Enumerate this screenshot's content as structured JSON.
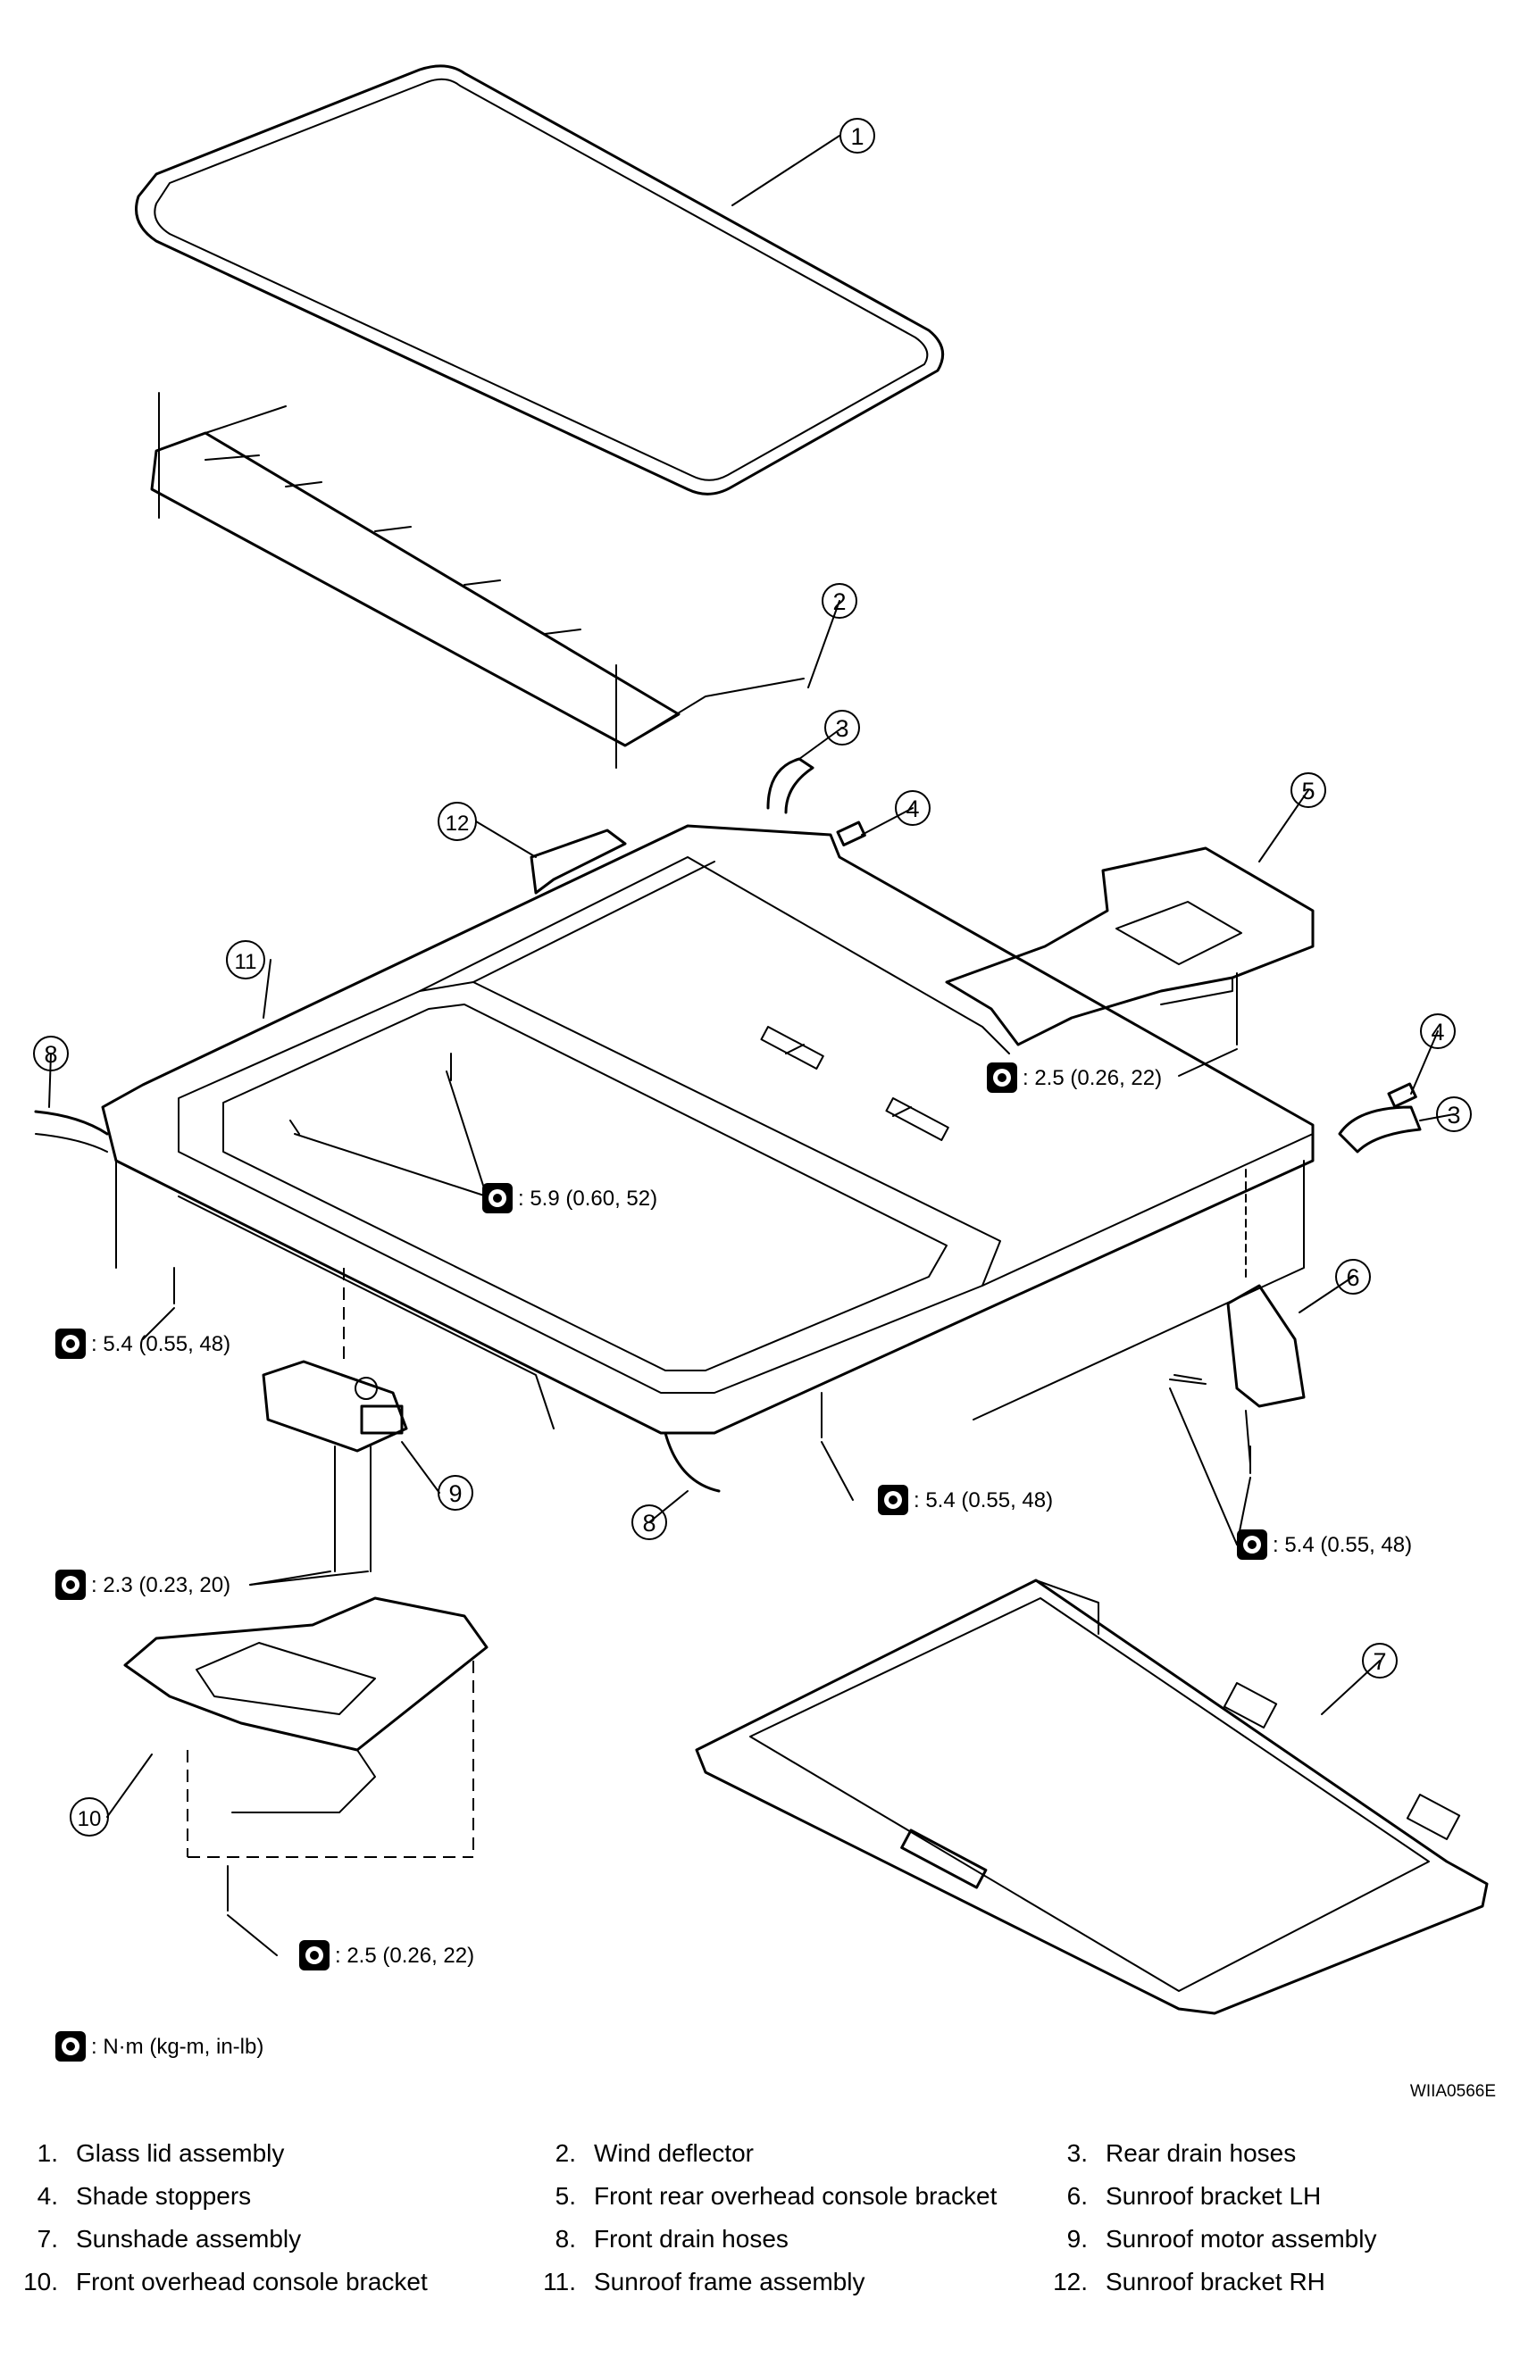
{
  "diagram": {
    "callouts": [
      "1",
      "2",
      "3",
      "4",
      "5",
      "6",
      "7",
      "8",
      "9",
      "10",
      "11",
      "12"
    ],
    "torques": [
      ": 5.9 (0.60, 52)",
      ": 2.5 (0.26, 22)",
      ": 5.4 (0.55, 48)",
      ": 5.4 (0.55, 48)",
      ": 5.4 (0.55, 48)",
      ": 2.3 (0.23, 20)",
      ": 2.5 (0.26, 22)"
    ],
    "unit_note": ": N·m (kg-m, in-lb)",
    "figure_code": "WIIA0566E",
    "icons": [
      "torque-wrench-icon"
    ]
  },
  "legend": [
    {
      "num": "1.",
      "label": "Glass lid assembly"
    },
    {
      "num": "2.",
      "label": "Wind deflector"
    },
    {
      "num": "3.",
      "label": "Rear drain hoses"
    },
    {
      "num": "4.",
      "label": "Shade stoppers"
    },
    {
      "num": "5.",
      "label": "Front rear overhead console bracket"
    },
    {
      "num": "6.",
      "label": "Sunroof bracket LH"
    },
    {
      "num": "7.",
      "label": "Sunshade assembly"
    },
    {
      "num": "8.",
      "label": "Front drain hoses"
    },
    {
      "num": "9.",
      "label": "Sunroof motor assembly"
    },
    {
      "num": "10.",
      "label": "Front overhead console bracket"
    },
    {
      "num": "11.",
      "label": "Sunroof frame assembly"
    },
    {
      "num": "12.",
      "label": "Sunroof bracket RH"
    }
  ]
}
